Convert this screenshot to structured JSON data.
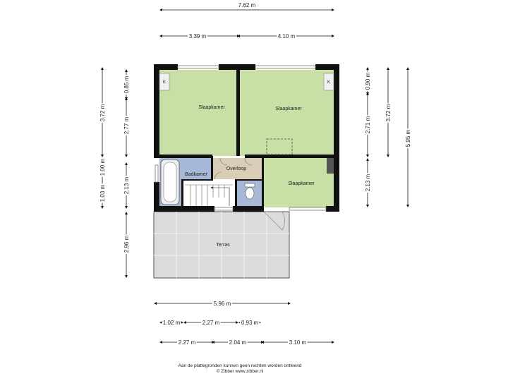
{
  "rooms": {
    "bedroom_1": "Slaapkamer",
    "bedroom_2": "Slaapkamer",
    "bedroom_3": "Slaapkamer",
    "bathroom": "Badkamer",
    "landing": "Overloop",
    "terrace": "Terras"
  },
  "closet_label": "K",
  "dimensions": {
    "top_total": "7.62 m",
    "top_left": "3.39 m",
    "top_right": "4.10 m",
    "left_outer_1": "3.72 m",
    "left_outer_2": "1.03 m",
    "left_inner_1": "0.85 m",
    "left_inner_2": "2.77 m",
    "left_inner_3": "1.00 m",
    "left_inner_4": "2.13 m",
    "left_terrace": "2.96 m",
    "right_inner_1": "0.90 m",
    "right_inner_2": "2.71 m",
    "right_inner_3": "2.13 m",
    "right_mid": "3.72 m",
    "right_total": "5.95 m",
    "bottom_total": "5.96 m",
    "bottom_a1": "1.02 m",
    "bottom_a2": "2.27 m",
    "bottom_a3": "0.93 m",
    "bottom_b1": "2.27 m",
    "bottom_b2": "2.04 m",
    "bottom_b3": "3.10 m"
  },
  "colors": {
    "bedroom": "#c8e0a6",
    "bathroom": "#a7b9d6",
    "landing": "#d9cdb8",
    "terrace": "#dcdcdc",
    "wall": "#111111"
  },
  "footer": {
    "disclaimer": "Aan de plattegronden kunnen geen rechten worden ontleend",
    "copyright": "© Zibber www.zibber.nl"
  }
}
